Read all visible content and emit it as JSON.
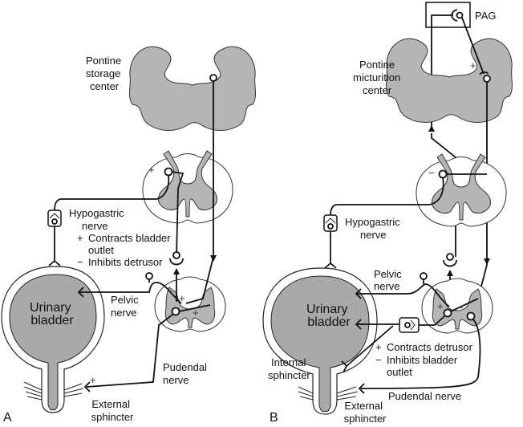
{
  "figure": {
    "title": "Neural control of bladder storage and micturition",
    "panels": [
      {
        "id": "A",
        "label": "A",
        "brainstem_label_lines": [
          "Pontine",
          "storage",
          "center"
        ],
        "hypogastric_label_lines": [
          "Hypogastric",
          "nerve"
        ],
        "hypogastric_effects": [
          {
            "sign": "+",
            "text_lines": [
              "Contracts bladder",
              "outlet"
            ]
          },
          {
            "sign": "−",
            "text_lines": [
              "Inhibits detrusor"
            ]
          }
        ],
        "pelvic_label_lines": [
          "Pelvic",
          "nerve"
        ],
        "pudendal_label_lines": [
          "Pudendal",
          "nerve"
        ],
        "bladder_label_lines": [
          "Urinary",
          "bladder"
        ],
        "external_sphincter_lines": [
          "External",
          "sphincter"
        ],
        "signs": {
          "thoracolumbar": "+",
          "sacral_1": "+",
          "sacral_2": "+",
          "sphincter": "+"
        }
      },
      {
        "id": "B",
        "label": "B",
        "pag_label": "PAG",
        "brainstem_label_lines": [
          "Pontine",
          "micturition",
          "center"
        ],
        "hypogastric_label_lines": [
          "Hypogastric",
          "nerve"
        ],
        "pelvic_label_lines": [
          "Pelvic",
          "nerve"
        ],
        "pelvic_effects": [
          {
            "sign": "+",
            "text_lines": [
              "Contracts detrusor"
            ]
          },
          {
            "sign": "−",
            "text_lines": [
              "Inhibits bladder",
              "outlet"
            ]
          }
        ],
        "pudendal_label": "Pudendal nerve",
        "bladder_label_lines": [
          "Urinary",
          "bladder"
        ],
        "internal_sphincter_lines": [
          "Internal",
          "sphincter"
        ],
        "external_sphincter_lines": [
          "External",
          "sphincter"
        ],
        "signs": {
          "pmc": "+",
          "thoracolumbar": "−",
          "sacral_plus": "+",
          "sacral_minus": "−"
        }
      }
    ]
  }
}
